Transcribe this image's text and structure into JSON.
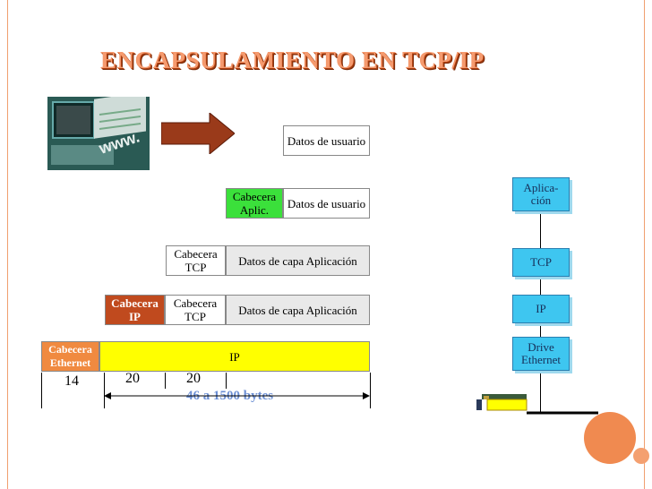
{
  "title": "ENCAPSULAMIENTO EN TCP/IP",
  "layers": {
    "row1": {
      "datos_usuario": "Datos de usuario"
    },
    "row2": {
      "cabecera_aplic": "Cabecera Aplic.",
      "datos_usuario": "Datos de usuario"
    },
    "row3": {
      "cabecera_tcp": "Cabecera TCP",
      "datos_aplicacion": "Datos de capa Aplicación"
    },
    "row4": {
      "cabecera_ip": "Cabecera IP",
      "cabecera_tcp": "Cabecera TCP",
      "datos_aplicacion": "Datos de capa Aplicación"
    },
    "row5": {
      "cabecera_ethernet": "Cabecera Ethernet",
      "ip": "IP"
    }
  },
  "sizes": {
    "ethernet": "14",
    "ip": "20",
    "tcp": "20",
    "range": "46 a 1500 bytes"
  },
  "stack": {
    "aplicacion": "Aplica- ción",
    "tcp": "TCP",
    "ip": "IP",
    "drive": "Drive Ethernet"
  },
  "colors": {
    "title": "#f59a6e",
    "green": "#3be03b",
    "red_header": "#c04a1e",
    "orange_header": "#f08a40",
    "ip_frame": "#ffff00",
    "stack_box": "#3ec6f0",
    "arrow": "#9a3a1a"
  },
  "icons": {
    "computer": "computer-www-icon",
    "arrow": "right-arrow-icon",
    "network": "network-card-icon"
  }
}
